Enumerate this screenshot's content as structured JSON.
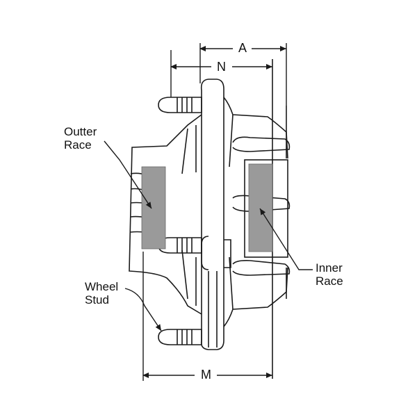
{
  "labels": {
    "outer_race_line1": "Outter",
    "outer_race_line2": "Race",
    "inner_race_line1": "Inner",
    "inner_race_line2": "Race",
    "wheel_stud_line1": "Wheel",
    "wheel_stud_line2": "Stud"
  },
  "dimensions": {
    "a": "A",
    "n": "N",
    "m": "M"
  },
  "colors": {
    "line": "#1a1a1a",
    "race_fill": "#9a9a9a",
    "background": "#ffffff"
  }
}
